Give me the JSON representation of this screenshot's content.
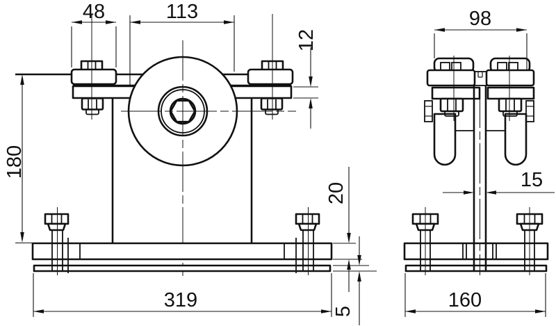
{
  "colors": {
    "background": "#ffffff",
    "line": "#111111"
  },
  "front_view": {
    "dim_clamp_plate_width": "48",
    "dim_clamp_span": "113",
    "dim_jaw_plate_thickness": "12",
    "dim_rail_height": "180",
    "dim_base_plate_thickness": "20",
    "dim_shim_plate_thickness": "5",
    "dim_base_length": "319"
  },
  "side_view": {
    "dim_roller_span": "98",
    "dim_web_plate_thickness": "15",
    "dim_base_width": "160"
  }
}
